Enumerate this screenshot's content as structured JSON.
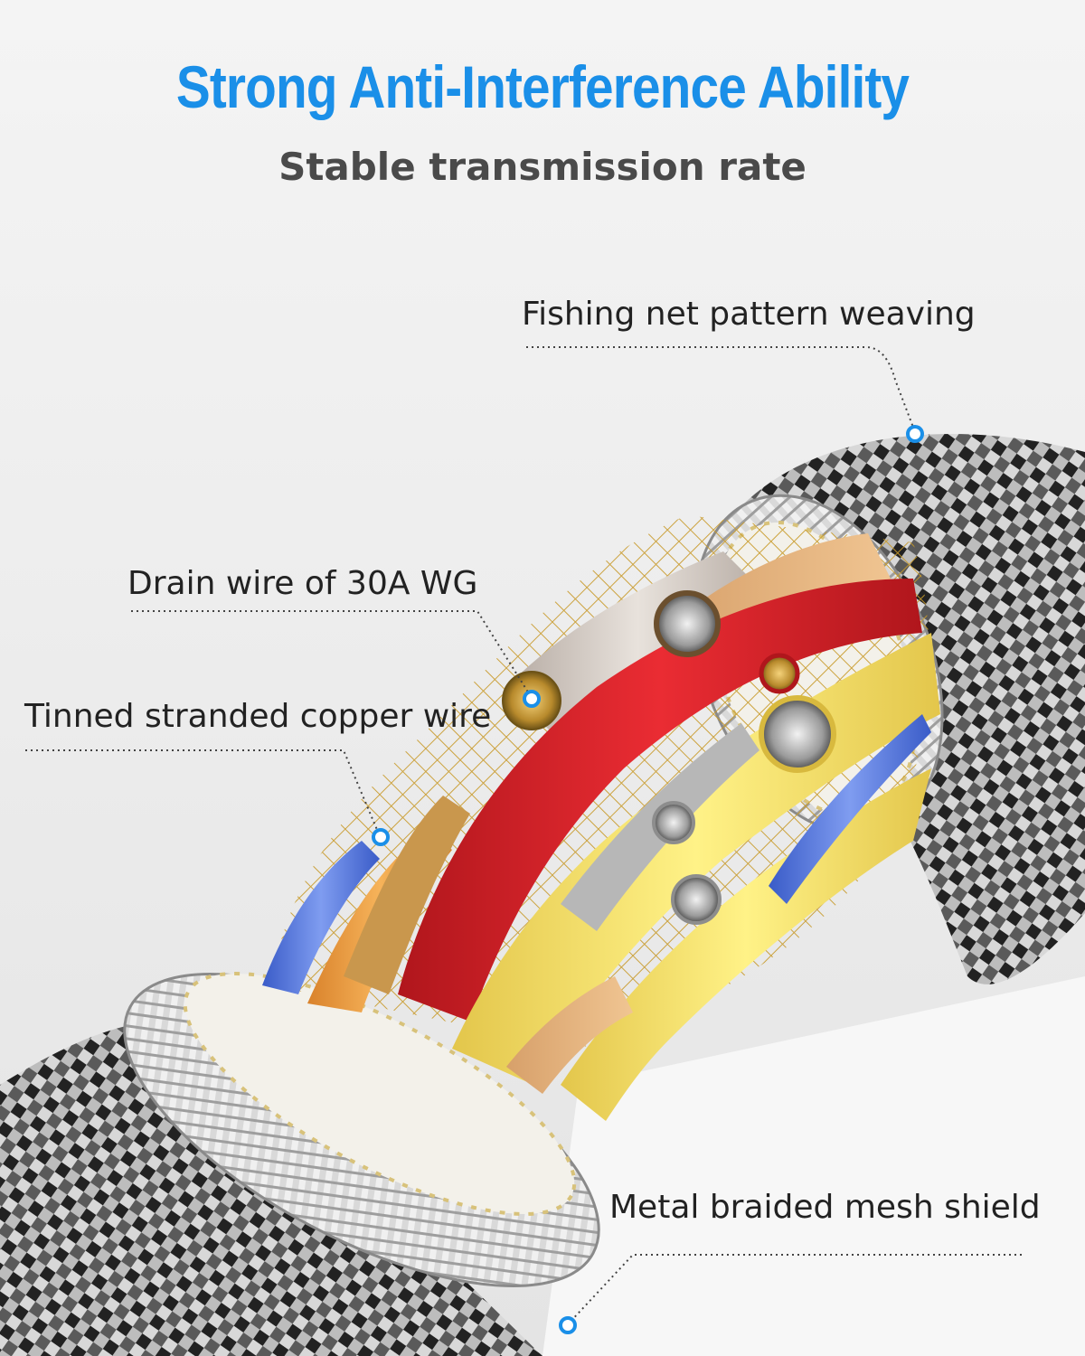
{
  "header": {
    "title": "Strong Anti-Interference Ability",
    "subtitle": "Stable transmission rate"
  },
  "callouts": {
    "fishing_net": "Fishing net pattern weaving",
    "drain_wire": "Drain wire of 30A WG",
    "tinned_copper": "Tinned stranded copper wire",
    "mesh_shield": "Metal braided mesh shield"
  },
  "colors": {
    "title": "#1a8fe8",
    "subtitle": "#4a4a4a",
    "label_text": "#222222",
    "leader_line": "#444444",
    "marker_ring": "#1a8fe8"
  },
  "icons": {
    "marker": "dot-marker-icon"
  }
}
